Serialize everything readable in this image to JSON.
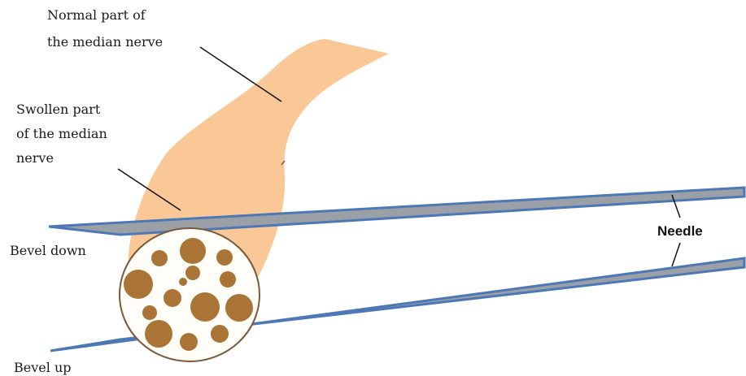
{
  "labels": {
    "normal_line1": "Normal part of",
    "normal_line2": "the median nerve",
    "swollen_line1": "Swollen part",
    "swollen_line2": "of the median",
    "swollen_line3": "nerve",
    "needle": "Needle",
    "bevel_down": "Bevel down",
    "bevel_up": "Bevel up"
  },
  "colors": {
    "nerve_fill": "#f9c896",
    "fascicle_fill": "#a97436",
    "section_fill": "#fffdf7",
    "needle_shaft": "#9aa0a6",
    "needle_edge": "#4c78b8",
    "leader_line": "#111111"
  }
}
